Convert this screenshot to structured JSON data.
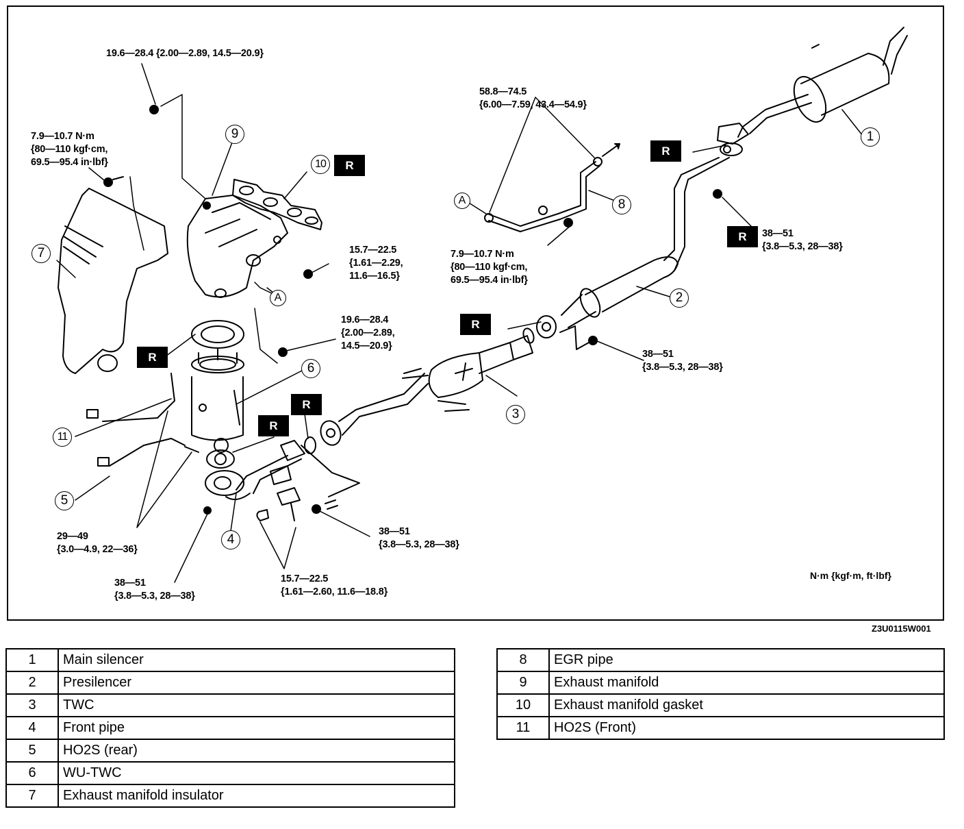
{
  "figure": {
    "units_note": "N·m {kgf·m, ft·lbf}",
    "figure_id": "Z3U0115W001"
  },
  "callouts": {
    "c1": "1",
    "c2": "2",
    "c3": "3",
    "c4": "4",
    "c5": "5",
    "c6": "6",
    "c7": "7",
    "c8": "8",
    "c9": "9",
    "c10": "10",
    "c11": "11",
    "ref_a1": "A",
    "ref_a2": "A",
    "replace_mark": "R"
  },
  "torques": [
    {
      "id": "t_manifold_top",
      "lines": [
        "19.6—28.4 {2.00—2.89, 14.5—20.9}"
      ]
    },
    {
      "id": "t_insulator_bolt",
      "lines": [
        "7.9—10.7 N·m",
        "{80—110 kgf·cm,",
        "69.5—95.4 in·lbf}"
      ]
    },
    {
      "id": "t_egr_unions",
      "lines": [
        "58.8—74.5",
        "{6.00—7.59, 43.4—54.9}"
      ]
    },
    {
      "id": "t_egr_bracket",
      "lines": [
        "7.9—10.7 N·m",
        "{80—110 kgf·cm,",
        "69.5—95.4 in·lbf}"
      ]
    },
    {
      "id": "t_manifold_nut",
      "lines": [
        "15.7—22.5",
        "{1.61—2.29,",
        "11.6—16.5}"
      ]
    },
    {
      "id": "t_wutwc_nut",
      "lines": [
        "19.6—28.4",
        "{2.00—2.89,",
        "14.5—20.9}"
      ]
    },
    {
      "id": "t_silencer_nut",
      "lines": [
        "38—51",
        "{3.8—5.3, 28—38}"
      ]
    },
    {
      "id": "t_presilencer_nut",
      "lines": [
        "38—51",
        "{3.8—5.3, 28—38}"
      ]
    },
    {
      "id": "t_frontpipe_spring",
      "lines": [
        "38—51",
        "{3.8—5.3, 28—38}"
      ]
    },
    {
      "id": "t_ho2s",
      "lines": [
        "29—49",
        "{3.0—4.9, 22—36}"
      ]
    },
    {
      "id": "t_frontpipe_nut",
      "lines": [
        "38—51",
        "{3.8—5.3, 28—38}"
      ]
    },
    {
      "id": "t_bracket_bolts",
      "lines": [
        "15.7—22.5",
        "{1.61—2.60, 11.6—18.8}"
      ]
    }
  ],
  "legend_left": [
    {
      "num": "1",
      "name": "Main silencer"
    },
    {
      "num": "2",
      "name": "Presilencer"
    },
    {
      "num": "3",
      "name": "TWC"
    },
    {
      "num": "4",
      "name": "Front pipe"
    },
    {
      "num": "5",
      "name": "HO2S (rear)"
    },
    {
      "num": "6",
      "name": "WU-TWC"
    },
    {
      "num": "7",
      "name": "Exhaust manifold insulator"
    }
  ],
  "legend_right": [
    {
      "num": "8",
      "name": "EGR pipe"
    },
    {
      "num": "9",
      "name": "Exhaust manifold"
    },
    {
      "num": "10",
      "name": "Exhaust manifold gasket"
    },
    {
      "num": "11",
      "name": "HO2S (Front)"
    }
  ]
}
